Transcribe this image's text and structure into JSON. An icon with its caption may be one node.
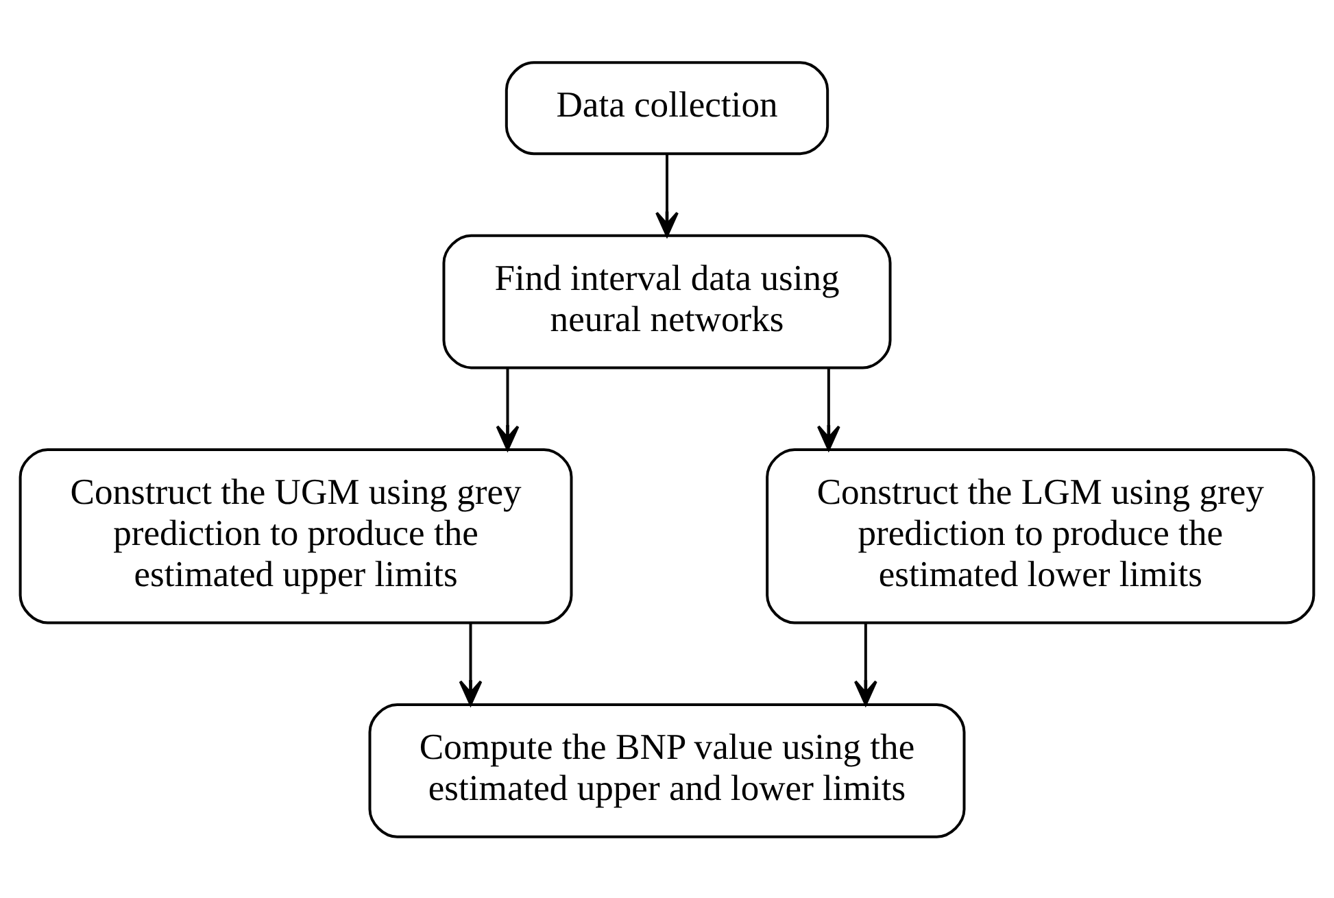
{
  "diagram": {
    "nodes": [
      {
        "text": [
          "Data collection"
        ]
      },
      {
        "text": [
          "Find interval data using neural networks"
        ]
      },
      {
        "text": [
          "Construct the UGM using grey prediction to produce the estimated upper limits"
        ]
      },
      {
        "text": [
          "Construct the LGM using grey prediction to produce the estimated lower limits"
        ]
      },
      {
        "text": [
          "Compute the BNP value using the estimated upper and lower limits"
        ]
      }
    ],
    "edges": [
      {
        "from": 0,
        "to": 1,
        "arrow": "to"
      },
      {
        "from": 1,
        "to": 2,
        "arrow": "to"
      },
      {
        "from": 1,
        "to": 3,
        "arrow": "to"
      },
      {
        "from": 2,
        "to": 4,
        "arrow": "to"
      },
      {
        "from": 3,
        "to": 4,
        "arrow": "to"
      }
    ]
  }
}
